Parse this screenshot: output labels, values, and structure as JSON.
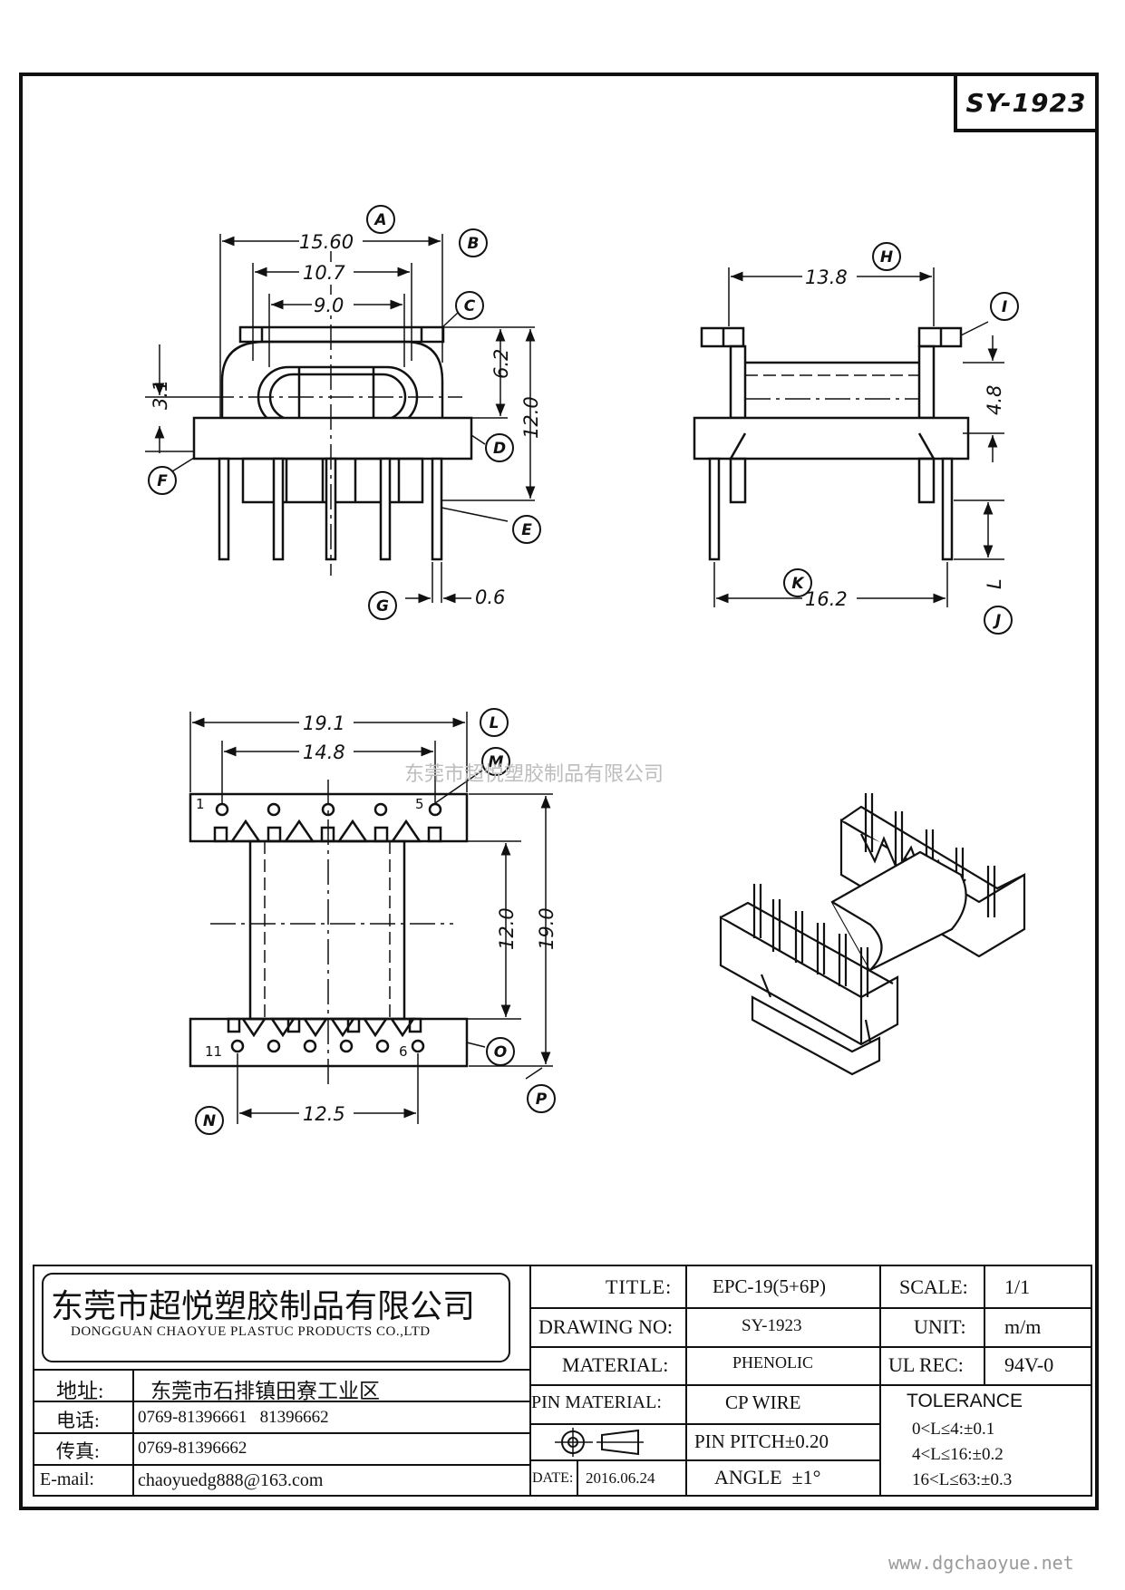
{
  "drawing_code": "SY-1923",
  "dimensions": {
    "front": {
      "A": "15.60",
      "B": "10.7",
      "C": "9.0",
      "d62": "6.2",
      "d31": "3.1",
      "d120": "12.0",
      "d06": "0.6"
    },
    "side": {
      "d138": "13.8",
      "d48": "4.8",
      "d162": "16.2",
      "L": "L"
    },
    "bottom": {
      "d191": "19.1",
      "d148": "14.8",
      "d120": "12.0",
      "d190": "19.0",
      "d125": "12.5"
    }
  },
  "callouts": [
    "A",
    "B",
    "C",
    "D",
    "E",
    "F",
    "G",
    "H",
    "I",
    "J",
    "K",
    "L",
    "M",
    "N",
    "O",
    "P"
  ],
  "pins": {
    "p1": "1",
    "p5": "5",
    "p11": "11",
    "p6": "6"
  },
  "watermark": "东莞市超悦塑胶制品有限公司",
  "website": "www.dgchaoyue.net",
  "company": {
    "name_cn": "东莞市超悦塑胶制品有限公司",
    "name_en": "DONGGUAN CHAOYUE PLASTUC PRODUCTS CO.,LTD",
    "address_label": "地址:",
    "address": "东莞市石排镇田寮工业区",
    "phone_label": "电话:",
    "phone": "0769-81396661   81396662",
    "fax_label": "传真:",
    "fax": "0769-81396662",
    "email_label": "E-mail:",
    "email": "chaoyuedg888@163.com"
  },
  "title_block": {
    "title_label": "TITLE:",
    "title": "EPC-19(5+6P)",
    "drawing_no_label": "DRAWING NO:",
    "drawing_no": "SY-1923",
    "material_label": "MATERIAL:",
    "material": "PHENOLIC",
    "pin_material_label": "PIN MATERIAL:",
    "pin_material": "CP WIRE",
    "pin_pitch": "PIN PITCH±0.20",
    "date_label": "DATE:",
    "date": "2016.06.24",
    "angle": "ANGLE  ±1°",
    "scale_label": "SCALE:",
    "scale": "1/1",
    "unit_label": "UNIT:",
    "unit": "m/m",
    "ul_label": "UL REC:",
    "ul": "94V-0",
    "tolerance_label": "TOLERANCE",
    "tol1": "0<L≤4:±0.1",
    "tol2": "4<L≤16:±0.2",
    "tol3": "16<L≤63:±0.3"
  }
}
